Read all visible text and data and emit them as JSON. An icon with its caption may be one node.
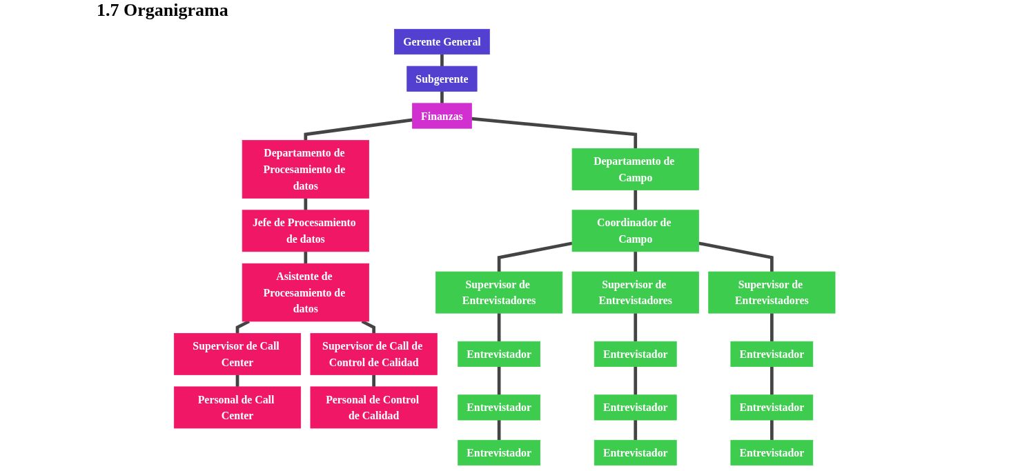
{
  "diagram": {
    "title": "1.7 Organigrama",
    "nodes": [
      {
        "text": [
          "Gerente General"
        ]
      },
      {
        "text": [
          "Subgerente"
        ]
      },
      {
        "text": [
          "Finanzas"
        ]
      },
      {
        "text": [
          "Departamento de Procesamiento de datos"
        ]
      },
      {
        "text": [
          "Departamento de Campo"
        ]
      },
      {
        "text": [
          "Jefe de Procesamiento de datos"
        ]
      },
      {
        "text": [
          "Asistente de Procesamiento de datos"
        ]
      },
      {
        "text": [
          "Supervisor de Call Center"
        ]
      },
      {
        "text": [
          "Supervisor de Call de Control de Calidad"
        ]
      },
      {
        "text": [
          "Personal de Call Center"
        ]
      },
      {
        "text": [
          "Personal de Control de Calidad"
        ]
      },
      {
        "text": [
          "Coordinador de Campo"
        ]
      },
      {
        "text": [
          "Supervisor de Entrevistadores"
        ]
      },
      {
        "text": [
          "Supervisor de Entrevistadores"
        ]
      },
      {
        "text": [
          "Supervisor de Entrevistadores"
        ]
      },
      {
        "text": [
          "Entrevistador"
        ]
      },
      {
        "text": [
          "Entrevistador"
        ]
      },
      {
        "text": [
          "Entrevistador"
        ]
      },
      {
        "text": [
          "Entrevistador"
        ]
      },
      {
        "text": [
          "Entrevistador"
        ]
      },
      {
        "text": [
          "Entrevistador"
        ]
      },
      {
        "text": [
          "Entrevistador"
        ]
      },
      {
        "text": [
          "Entrevistador"
        ]
      },
      {
        "text": [
          "Entrevistador"
        ]
      }
    ],
    "edges": [
      {
        "from": 0,
        "to": 1,
        "arrow": "none"
      },
      {
        "from": 1,
        "to": 2,
        "arrow": "none"
      },
      {
        "from": 2,
        "to": 3,
        "arrow": "none"
      },
      {
        "from": 2,
        "to": 4,
        "arrow": "none"
      },
      {
        "from": 3,
        "to": 5,
        "arrow": "none"
      },
      {
        "from": 5,
        "to": 6,
        "arrow": "none"
      },
      {
        "from": 6,
        "to": 7,
        "arrow": "none"
      },
      {
        "from": 6,
        "to": 8,
        "arrow": "none"
      },
      {
        "from": 7,
        "to": 9,
        "arrow": "none"
      },
      {
        "from": 8,
        "to": 10,
        "arrow": "none"
      },
      {
        "from": 4,
        "to": 11,
        "arrow": "none"
      },
      {
        "from": 11,
        "to": 12,
        "arrow": "none"
      },
      {
        "from": 11,
        "to": 13,
        "arrow": "none"
      },
      {
        "from": 11,
        "to": 14,
        "arrow": "none"
      },
      {
        "from": 12,
        "to": 15,
        "arrow": "none"
      },
      {
        "from": 13,
        "to": 16,
        "arrow": "none"
      },
      {
        "from": 14,
        "to": 17,
        "arrow": "none"
      },
      {
        "from": 15,
        "to": 18,
        "arrow": "none"
      },
      {
        "from": 16,
        "to": 19,
        "arrow": "none"
      },
      {
        "from": 17,
        "to": 20,
        "arrow": "none"
      },
      {
        "from": 18,
        "to": 21,
        "arrow": "none"
      },
      {
        "from": 19,
        "to": 22,
        "arrow": "none"
      },
      {
        "from": 20,
        "to": 23,
        "arrow": "none"
      }
    ]
  }
}
